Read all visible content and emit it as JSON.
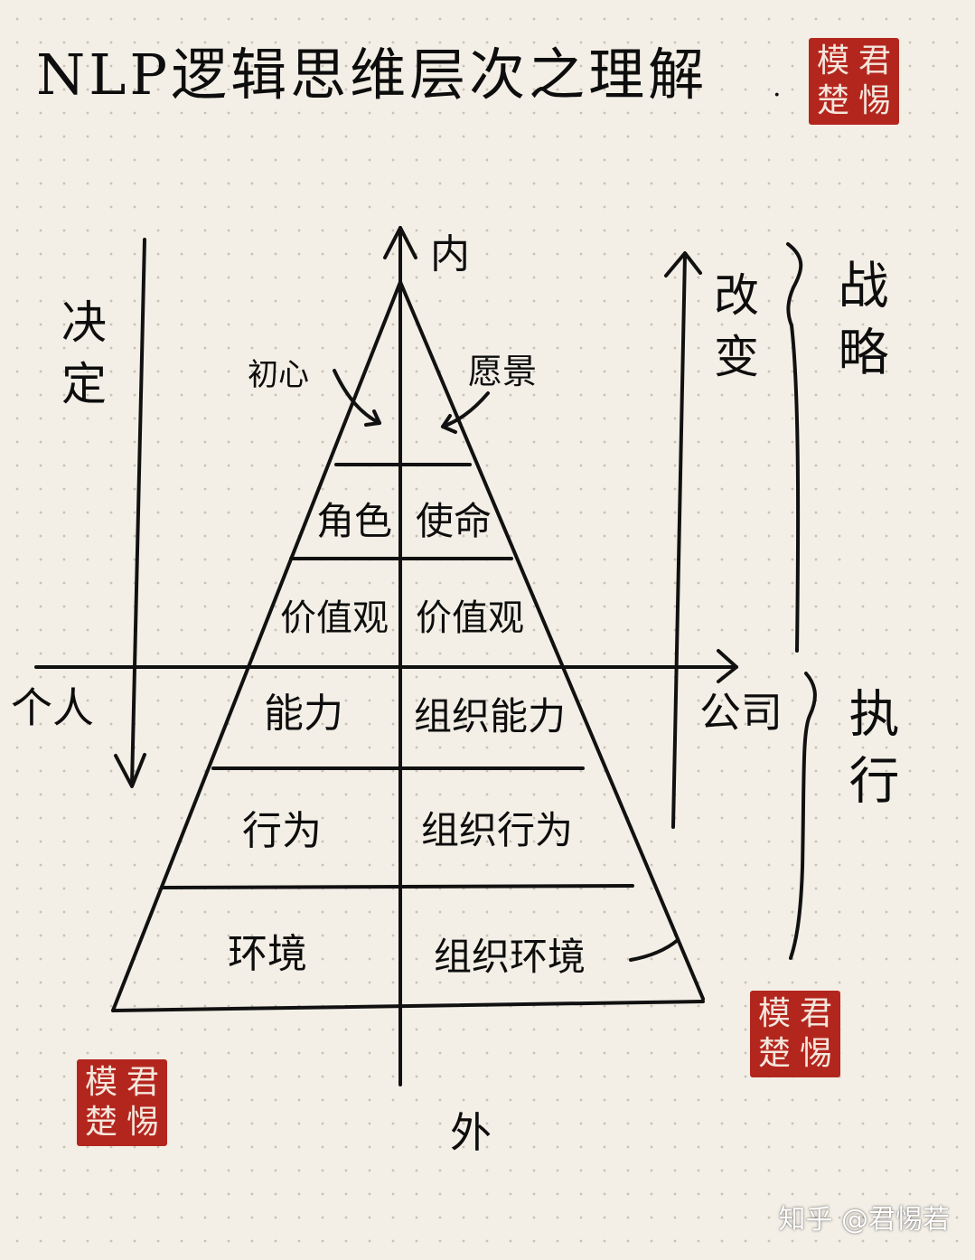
{
  "title": "NLP逻辑思维层次之理解",
  "axis": {
    "top": "内",
    "bottom": "外",
    "left": "个人",
    "right": "公司"
  },
  "left_arrow_label": "决定",
  "right_arrow_label": "改变",
  "brackets": {
    "upper": "战略",
    "lower": "执行"
  },
  "apex": {
    "left": "初心",
    "right": "愿景"
  },
  "levels": [
    {
      "left": "角色",
      "right": "使命"
    },
    {
      "left": "价值观",
      "right": "价值观"
    },
    {
      "left": "能力",
      "right": "组织能力"
    },
    {
      "left": "行为",
      "right": "组织行为"
    },
    {
      "left": "环境",
      "right": "组织环境"
    }
  ],
  "seal_chars": [
    "君",
    "惕",
    "模",
    "楚"
  ],
  "watermark": "知乎 @君惕若",
  "colors": {
    "ink": "#111111",
    "paper": "#f3efe6",
    "seal": "#b3261e"
  }
}
